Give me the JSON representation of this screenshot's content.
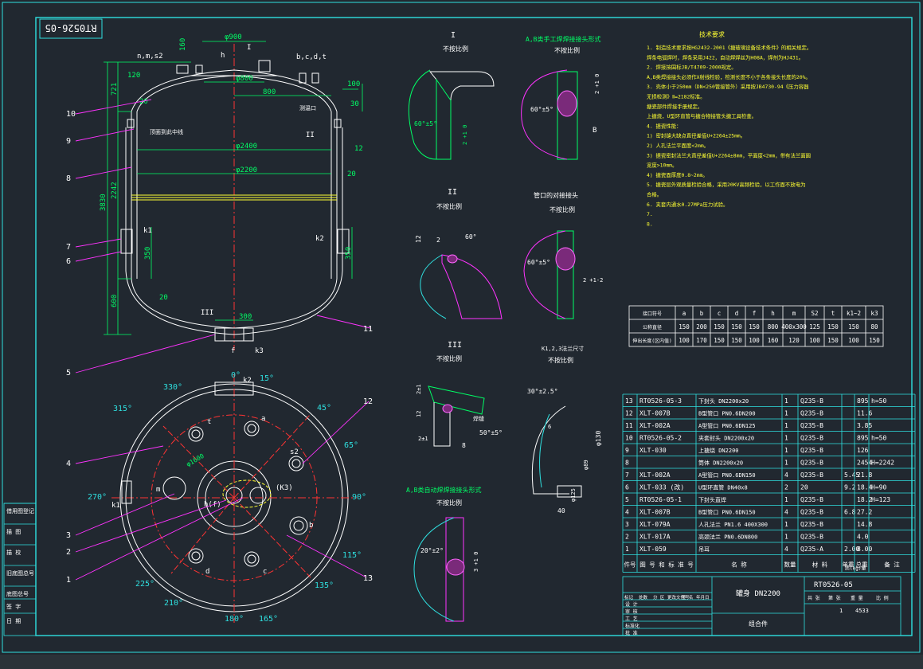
{
  "drawing": {
    "number_box": "RT0526-05",
    "colors": {
      "frame": "#2fe0e0",
      "text": "#ffffff",
      "dimension": "#00ff66",
      "leader": "#ff33ff",
      "center": "#ff3333",
      "note": "#ffff33",
      "weld": "#ff66ff",
      "background": "#212830"
    }
  },
  "main_view": {
    "labels": {
      "nozzle_group_left": "n,m,s2",
      "nozzle_group_right": "b,c,d,t",
      "nozzle_h": "h",
      "nozzle_I": "I",
      "d900": "φ900",
      "d800": "φ800",
      "d2400": "φ2400",
      "d2200": "φ2200",
      "dim_160": "160",
      "dim_120": "120",
      "dim_721": "721",
      "dim_3830": "3830",
      "dim_2242": "2242",
      "dim_600": "600",
      "dim_350a": "350",
      "dim_350b": "350",
      "dim_800": "800",
      "dim_100": "100",
      "dim_30": "30",
      "dim_20a": "20",
      "dim_20b": "20",
      "dim_20c": "20",
      "dim_12": "12",
      "dim_300": "300",
      "k1": "k1",
      "k2": "k2",
      "f": "f",
      "k3": "k3",
      "II": "II",
      "III": "III",
      "seal_label": "测温口",
      "support_label": "顶面到此中线"
    },
    "callouts": [
      "10",
      "9",
      "8",
      "7",
      "6",
      "5",
      "11"
    ]
  },
  "plan_view": {
    "angles": [
      "0°",
      "15°",
      "45°",
      "65°",
      "90°",
      "115°",
      "135°",
      "165°",
      "180°",
      "210°",
      "225°",
      "270°",
      "315°",
      "330°"
    ],
    "nozzles": [
      "k2",
      "t",
      "a",
      "s2",
      "m",
      "h(f)",
      "(K3)",
      "b",
      "c",
      "d",
      "k1"
    ],
    "d1600": "φ1600",
    "callouts": [
      "4",
      "3",
      "2",
      "1",
      "12",
      "13"
    ]
  },
  "details": {
    "I_title": "I",
    "I_scale": "不按比例",
    "I_angle": "60°±5°",
    "I_dim": "2 +1 0",
    "AB_hand_title": "A,B类手工焊焊接接头形式",
    "AB_hand_scale": "不按比例",
    "AB_hand_angle": "60°±5°",
    "AB_hand_dim": "2 +1 0",
    "AB_hand_mark": "B",
    "II_title": "II",
    "II_scale": "不按比例",
    "II_angle": "60°",
    "II_dim_12": "12",
    "II_dim_2": "2",
    "nozzle_weld_title": "管口的对接接头",
    "nozzle_weld_scale": "不按比例",
    "nozzle_weld_angle": "60°±5°",
    "nozzle_weld_dim": "2 +1-2",
    "III_title": "III",
    "III_scale": "不按比例",
    "III_dim_a": "2±1",
    "III_dim_b": "2±1",
    "III_dim_c": "8",
    "III_dim_d": "12",
    "III_angle": "50°±5°",
    "III_weld": "焊缝",
    "k_title": "K1,2,3法兰尺寸",
    "k_scale": "不按比例",
    "k_angle": "30°±2.5°",
    "k_dim_a": "φ130",
    "k_dim_b": "φ89",
    "k_dim_c": "φ125",
    "k_dim_d": "40",
    "k_dim_e": "6",
    "AB_auto_title": "A,B类自动焊焊接接头形式",
    "AB_auto_scale": "不按比例",
    "AB_auto_angle": "20°±2°",
    "AB_auto_dim": "3 +1 0"
  },
  "tech_notes": {
    "title": "技术要求",
    "lines": [
      "1.  制造技术要求按HG2432-2001《搪玻璃设备技术条件》的相关规定。",
      "    焊条电弧焊时，焊条采用J422，自动焊焊丝为H08A，焊剂为HJ431。",
      "2.  焊接按国标JB/T4709-2000规定。",
      "    A,B类焊接接头必须作X射线检验，检测长度不小于各条接头长度的20%。",
      "3.  壳体小于250mm（DN<250管接管外）采用按JB4730-94《压力容器",
      "    无损检测》Ⅱ=2182标准。",
      "    搪瓷部件焊接手册规定。",
      "    上搪烧，U型环直管与搪合物接管头搪工具检查。",
      "4.  搪瓷性能：",
      "    1) 密封缝大缺点直径差值U+2264±25mm。",
      "    2) 人孔法兰平面度<2mm。",
      "    3) 搪瓷密封法兰大直径差值U+2264±8mm，平面度<2mm，带有法兰面圆",
      "       宽度>10mm。",
      "    4) 搪瓷面厚度0.8~2mm。",
      "5.  搪瓷层外观质量检验合格，采用20KV高频检验，以工作面不放电为",
      "    合格。",
      "6.  夹套内通水0.27MPa压力试验。",
      "7.  ",
      "8."
    ]
  },
  "nozzle_table": {
    "header": [
      "接口符号",
      "a",
      "b",
      "c",
      "d",
      "f",
      "h",
      "m",
      "S2",
      "t",
      "k1~2",
      "k3"
    ],
    "rows": [
      [
        "公称直径",
        "150",
        "200",
        "150",
        "150",
        "150",
        "800",
        "400x300",
        "125",
        "150",
        "150",
        "80"
      ],
      [
        "伸出长度(区内值)",
        "100",
        "170",
        "150",
        "150",
        "100",
        "160",
        "120",
        "100",
        "150",
        "100",
        "150"
      ]
    ]
  },
  "bom": {
    "rows": [
      [
        "13",
        "RT0526-05-3",
        "下封头  DN2200x20",
        "1",
        "Q235-B",
        "",
        "895",
        "h=50"
      ],
      [
        "12",
        "XLT-007B",
        "B型管口  PN0.6DN200",
        "1",
        "Q235-B",
        "",
        "11.6",
        ""
      ],
      [
        "11",
        "XLT-002A",
        "A型管口  PN0.6DN125",
        "1",
        "Q235-B",
        "",
        "3.85",
        ""
      ],
      [
        "10",
        "RT0526-05-2",
        "夹套封头  DN2200x20",
        "1",
        "Q235-B",
        "",
        "895",
        "h=50"
      ],
      [
        "9",
        "XLT-030",
        "上搪烧  DN2200",
        "1",
        "Q235-B",
        "",
        "126",
        ""
      ],
      [
        "8",
        "",
        "筒体  DN2200x20",
        "1",
        "Q235-B",
        "",
        "2454",
        "H=2242"
      ],
      [
        "7",
        "XLT-002A",
        "A型管口  PN0.6DN150",
        "4",
        "Q235-B",
        "5.45",
        "21.8",
        ""
      ],
      [
        "6",
        "XLT-033 (改)",
        "U型环直管  DN40x8",
        "2",
        "20",
        "9.2",
        "18.4",
        "H=90"
      ],
      [
        "5",
        "RT0526-05-1",
        "下封头直焊",
        "1",
        "Q235-B",
        "",
        "18.2",
        "H=123"
      ],
      [
        "4",
        "XLT-007B",
        "B型管口  PN0.6DN150",
        "4",
        "Q235-B",
        "6.8",
        "27.2",
        ""
      ],
      [
        "3",
        "XLT-079A",
        "人孔法兰  PN1.6 400X300",
        "1",
        "Q235-B",
        "",
        "14.8",
        ""
      ],
      [
        "2",
        "XLT-017A",
        "高颈法兰  PN0.6DN800",
        "1",
        "Q235-B",
        "",
        "4.0",
        ""
      ],
      [
        "1",
        "XLT-059",
        "吊耳",
        "4",
        "Q235-A",
        "2.00",
        "8.00",
        ""
      ]
    ],
    "header": [
      "件号",
      "图 号 和 标 准 号",
      "名        称",
      "数量",
      "材 料",
      "单重",
      "总重",
      "备 注"
    ],
    "weight_unit": "质(kg)量"
  },
  "title_block": {
    "drawing_no": "RT0526-05",
    "name": "罐身 DN2200",
    "sub": "组合件",
    "weight": "4533",
    "scale_value": "1",
    "header_cells": [
      "共 张",
      "第 张",
      "重 量",
      "比 例"
    ],
    "sign_rows": [
      "标记",
      "处数",
      "分 区",
      "更改文件号",
      "签 名",
      "年月日"
    ],
    "roles": [
      "设 计",
      "审 核",
      "工 艺",
      "标准化",
      "批 准"
    ]
  },
  "left_strip": {
    "items": [
      "借用图登记",
      "描 图",
      "描 校",
      "旧底图总号",
      "底图总号",
      "签 字",
      "日 期"
    ]
  }
}
